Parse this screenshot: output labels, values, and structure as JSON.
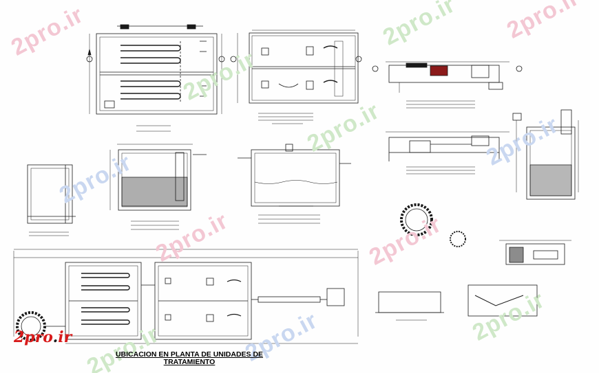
{
  "drawing": {
    "main_title_line1": "UBICACION EN PLANTA DE UNIDADES DE",
    "main_title_line2": "TRATAMIENTO"
  },
  "logo": {
    "text_red": "2pro",
    "text_dot": ".",
    "text_end": "ir"
  },
  "watermarks": [
    "2pro.ir",
    "2pro.ir",
    "2pro.ir",
    "2pro.ir",
    "2pro.ir",
    "2pro.ir",
    "2pro.ir",
    "2pro.ir",
    "2pro.ir",
    "2pro.ir",
    "2pro.ir",
    "2pro.ir"
  ],
  "colors": {
    "lines": "#1a1a1a",
    "accent_red": "#d81b1b",
    "watermark_pink": "#f3c7d3",
    "watermark_green": "#cfe8c8",
    "watermark_blue": "#c9d7f0"
  }
}
